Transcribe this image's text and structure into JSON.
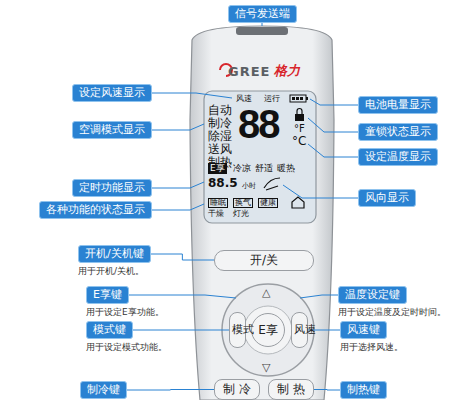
{
  "diagram": {
    "nodes": [
      {
        "text": [
          "信号发送端"
        ]
      },
      {
        "text": [
          "设定风速显示"
        ]
      },
      {
        "text": [
          "电池电量显示"
        ]
      },
      {
        "text": [
          "空调模式显示"
        ]
      },
      {
        "text": [
          "童锁状态显示"
        ]
      },
      {
        "text": [
          "设定温度显示"
        ]
      },
      {
        "text": [
          "定时功能显示"
        ]
      },
      {
        "text": [
          "风向显示"
        ]
      },
      {
        "text": [
          "各种功能的状态显示"
        ]
      },
      {
        "text": [
          "开机/关机键",
          "用于开机/关机。"
        ]
      },
      {
        "text": [
          "开/关"
        ]
      },
      {
        "text": [
          "E享键",
          "用于设定E享功能。"
        ]
      },
      {
        "text": [
          "温度设定键",
          "用于设定温度及定时时间。"
        ]
      },
      {
        "text": [
          "E享"
        ]
      },
      {
        "text": [
          "模式键",
          "用于设定模式功能。"
        ]
      },
      {
        "text": [
          "模式"
        ]
      },
      {
        "text": [
          "风速"
        ]
      },
      {
        "text": [
          "风速键",
          "用于选择风速。"
        ]
      },
      {
        "text": [
          "制冷键"
        ]
      },
      {
        "text": [
          "制 冷"
        ]
      },
      {
        "text": [
          "制 热"
        ]
      },
      {
        "text": [
          "制热键"
        ]
      }
    ],
    "edges": [
      {
        "from": 9,
        "to": 10,
        "arrow": "none"
      },
      {
        "from": 14,
        "to": 15,
        "arrow": "none"
      },
      {
        "from": 17,
        "to": 16,
        "arrow": "none"
      },
      {
        "from": 18,
        "to": 19,
        "arrow": "none"
      },
      {
        "from": 21,
        "to": 20,
        "arrow": "none"
      }
    ],
    "labels": [
      "GREE",
      "格力",
      "风速",
      "自动",
      "制冷",
      "除湿",
      "送风",
      "制热",
      "88",
      "°F",
      "°C",
      "E享",
      "冷凉",
      "舒适",
      "暖热",
      "88.5",
      "小时",
      "睡眠",
      "换气",
      "健康",
      "干燥",
      "灯光",
      "△",
      "▽",
      "运行"
    ]
  }
}
